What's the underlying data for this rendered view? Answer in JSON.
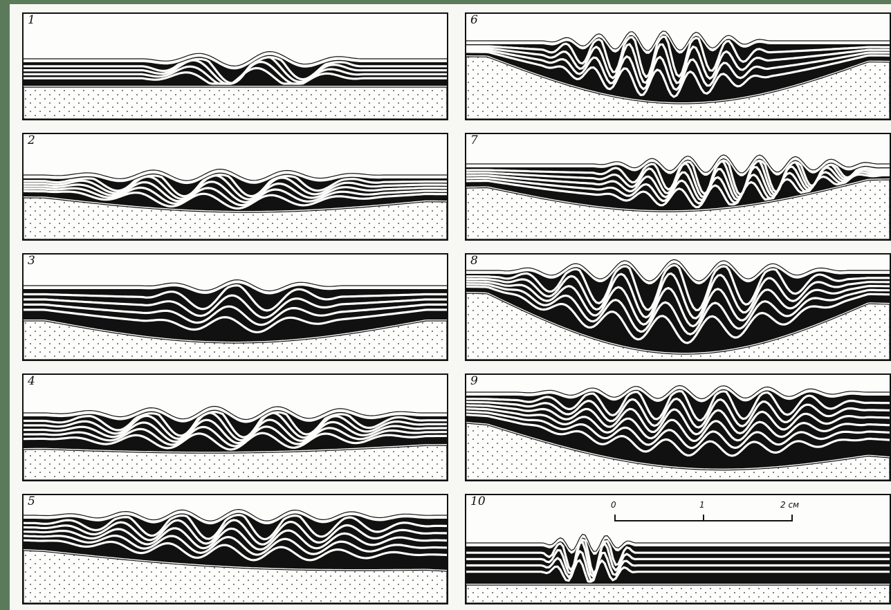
{
  "figure": {
    "panels": [
      {
        "id": "1"
      },
      {
        "id": "2"
      },
      {
        "id": "3"
      },
      {
        "id": "4"
      },
      {
        "id": "5"
      },
      {
        "id": "6"
      },
      {
        "id": "7"
      },
      {
        "id": "8"
      },
      {
        "id": "9"
      },
      {
        "id": "10"
      }
    ],
    "scale": {
      "tick_labels": [
        "0",
        "1",
        "2 см"
      ]
    }
  },
  "colors": {
    "page_border": "#5b7a5a",
    "paper": "#f7f7f4",
    "ink": "#111111",
    "sand_dot": "#555555"
  },
  "pattern": {
    "sand": "dotted-stipple",
    "layers": "black-white-banded"
  }
}
